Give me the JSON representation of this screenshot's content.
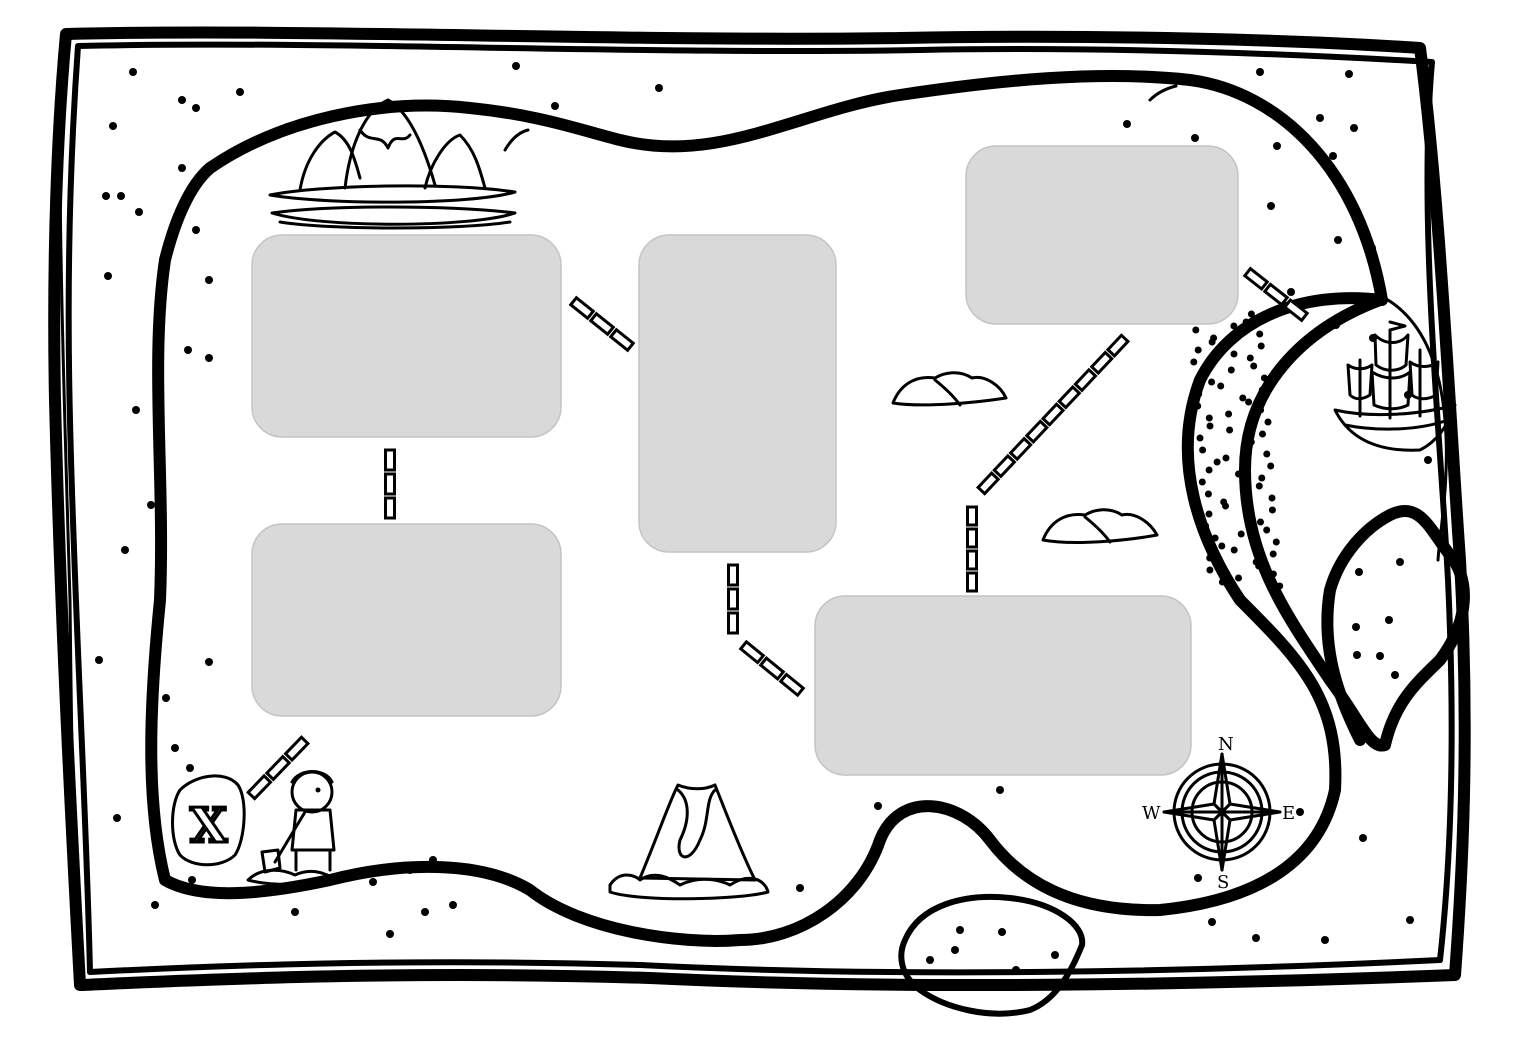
{
  "compass": {
    "north": "N",
    "east": "E",
    "south": "S",
    "west": "W"
  },
  "treasure_marker": "X",
  "colors": {
    "box_fill": "#d9d9d9",
    "box_stroke": "#c4c4c4",
    "ink": "#000000",
    "paper": "#ffffff"
  },
  "icons": [
    "mountain-icon",
    "ship-icon",
    "volcano-icon",
    "compass-rose-icon",
    "pirate-icon",
    "treasure-x-icon",
    "rock-icon"
  ]
}
